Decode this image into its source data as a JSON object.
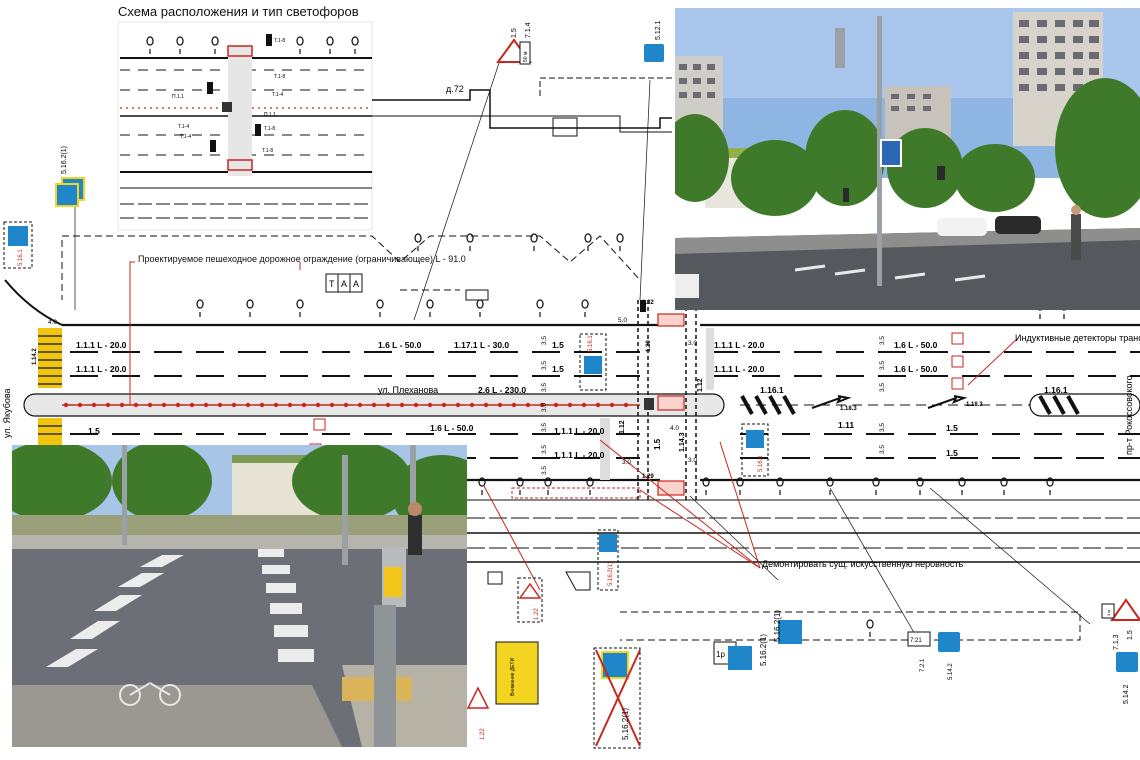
{
  "inset": {
    "title": "Схема расположения и тип светофоров",
    "labels": [
      "Т.1-8",
      "Т.1-8",
      "Т.1-4",
      "Т.1-4",
      "Т.1-4",
      "Т.1-8",
      "Т.1-8",
      "П.1.1",
      "П.1.1"
    ]
  },
  "plan": {
    "building": "д.72",
    "streets": {
      "left": "ул. Якубова",
      "main": "ул. Плеханова",
      "right": "пр-т Рокоссовского"
    },
    "annotations": {
      "fence": "Проектируемое пешеходное дорожное ограждение (ограничивающее) L - 91.0",
      "detectors": "Индуктивные детекторы транс",
      "bump": "Демонтировать сущ. искусственную неровность"
    },
    "fence_box": [
      "Т",
      "А",
      "А"
    ],
    "markings": [
      {
        "id": "m1",
        "text": "1.1.1  L - 20.0"
      },
      {
        "id": "m2",
        "text": "1.1.1  L - 20.0"
      },
      {
        "id": "m3",
        "text": "1.6 L - 50.0"
      },
      {
        "id": "m4",
        "text": "1.17.1  L - 30.0"
      },
      {
        "id": "m5",
        "text": "1.5"
      },
      {
        "id": "m6",
        "text": "1.5"
      },
      {
        "id": "m7",
        "text": "2.6 L - 230.0"
      },
      {
        "id": "m8",
        "text": "1.6 L - 50.0"
      },
      {
        "id": "m9",
        "text": "1.5"
      },
      {
        "id": "m10",
        "text": "1.1.1  L - 20.0"
      },
      {
        "id": "m11",
        "text": "1.1.1  L - 20.0"
      },
      {
        "id": "m12",
        "text": "1.1.1  L - 20.0"
      },
      {
        "id": "m13",
        "text": "1.1.1  L - 20.0"
      },
      {
        "id": "m14",
        "text": "1.6 L - 50.0"
      },
      {
        "id": "m15",
        "text": "1.6 L - 50.0"
      },
      {
        "id": "m16",
        "text": "1.16.1"
      },
      {
        "id": "m17",
        "text": "1.16.1"
      },
      {
        "id": "m18",
        "text": "1.18.3"
      },
      {
        "id": "m19",
        "text": "1.18.3"
      },
      {
        "id": "m20",
        "text": "1.11"
      },
      {
        "id": "m21",
        "text": "1.5"
      },
      {
        "id": "m22",
        "text": "1.5"
      },
      {
        "id": "m23",
        "text": "1.14.2"
      },
      {
        "id": "m24",
        "text": "1.12"
      },
      {
        "id": "m25",
        "text": "1.12"
      },
      {
        "id": "m26",
        "text": "1.14.3"
      },
      {
        "id": "m27",
        "text": "1.32"
      },
      {
        "id": "m28",
        "text": "1.29"
      },
      {
        "id": "m29",
        "text": "1.29"
      },
      {
        "id": "m30",
        "text": "1.5"
      }
    ],
    "dims": [
      "4.0",
      "5.0",
      "3.0",
      "3.5",
      "3.5",
      "3.5",
      "3.0",
      "3.5",
      "3.5",
      "3.5",
      "3.5",
      "4.0",
      "3.0",
      "3.0",
      "3.5",
      "3.5",
      "3.5",
      "3.5"
    ],
    "signs": [
      {
        "id": "s1",
        "code": "5.16.2(1)"
      },
      {
        "id": "s2",
        "code": "5.16.1"
      },
      {
        "id": "s3",
        "code": "1.5"
      },
      {
        "id": "s4",
        "code": "7.1.4"
      },
      {
        "id": "s5",
        "code": "5.12.1"
      },
      {
        "id": "s6",
        "code": "5.16.1"
      },
      {
        "id": "s7",
        "code": "5.16.2(1)"
      },
      {
        "id": "s8",
        "code": "5.16.2(1)"
      },
      {
        "id": "s9",
        "code": "5.14.2"
      },
      {
        "id": "s10",
        "code": "7.2.1"
      },
      {
        "id": "s11",
        "code": "1.5"
      },
      {
        "id": "s12",
        "code": "7.1.3"
      },
      {
        "id": "s13",
        "code": "5.14.2"
      },
      {
        "id": "s14",
        "code": "1.22"
      },
      {
        "id": "s15",
        "code": "5.16.2(1)"
      },
      {
        "id": "s16",
        "code": "5.16.1"
      },
      {
        "id": "s17",
        "code": "1.22"
      }
    ],
    "plates": {
      "distance_top": "50 м",
      "distance_right": "3 м",
      "yellow_sign": "Внимание ДЕТИ",
      "time_plate": "7:21"
    },
    "bus_plate": "1р"
  },
  "colors": {
    "road_line": "#111111",
    "fence": "#c8261f",
    "annotation": "#c8261f",
    "sign_blue": "#1f86c9",
    "sign_yellow": "#f3d421",
    "crossing_yellow": "#f1c40f"
  }
}
